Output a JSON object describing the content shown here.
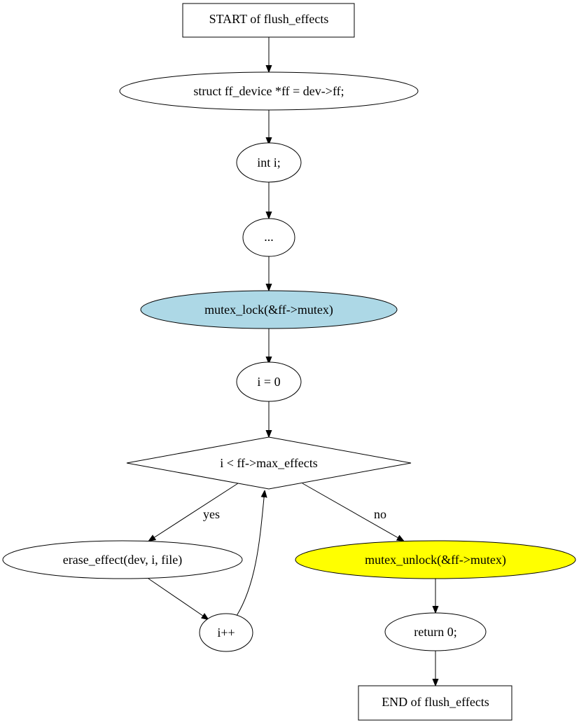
{
  "flowchart": {
    "nodes": {
      "start": {
        "label": "START of flush_effects",
        "shape": "box",
        "fill": "#ffffff"
      },
      "decl_ff": {
        "label": "struct ff_device *ff = dev->ff;",
        "shape": "ellipse",
        "fill": "#ffffff"
      },
      "decl_i": {
        "label": "int i;",
        "shape": "ellipse",
        "fill": "#ffffff"
      },
      "ellipsis": {
        "label": "...",
        "shape": "ellipse",
        "fill": "#ffffff"
      },
      "lock": {
        "label": "mutex_lock(&ff->mutex)",
        "shape": "ellipse",
        "fill": "#add8e6"
      },
      "init": {
        "label": "i = 0",
        "shape": "ellipse",
        "fill": "#ffffff"
      },
      "cond": {
        "label": "i < ff->max_effects",
        "shape": "diamond",
        "fill": "#ffffff"
      },
      "erase": {
        "label": "erase_effect(dev, i, file)",
        "shape": "ellipse",
        "fill": "#ffffff"
      },
      "incr": {
        "label": "i++",
        "shape": "ellipse",
        "fill": "#ffffff"
      },
      "unlock": {
        "label": "mutex_unlock(&ff->mutex)",
        "shape": "ellipse",
        "fill": "#ffff00"
      },
      "ret": {
        "label": "return 0;",
        "shape": "ellipse",
        "fill": "#ffffff"
      },
      "end": {
        "label": "END of flush_effects",
        "shape": "box",
        "fill": "#ffffff"
      }
    },
    "edges": {
      "yes_label": "yes",
      "no_label": "no"
    }
  }
}
